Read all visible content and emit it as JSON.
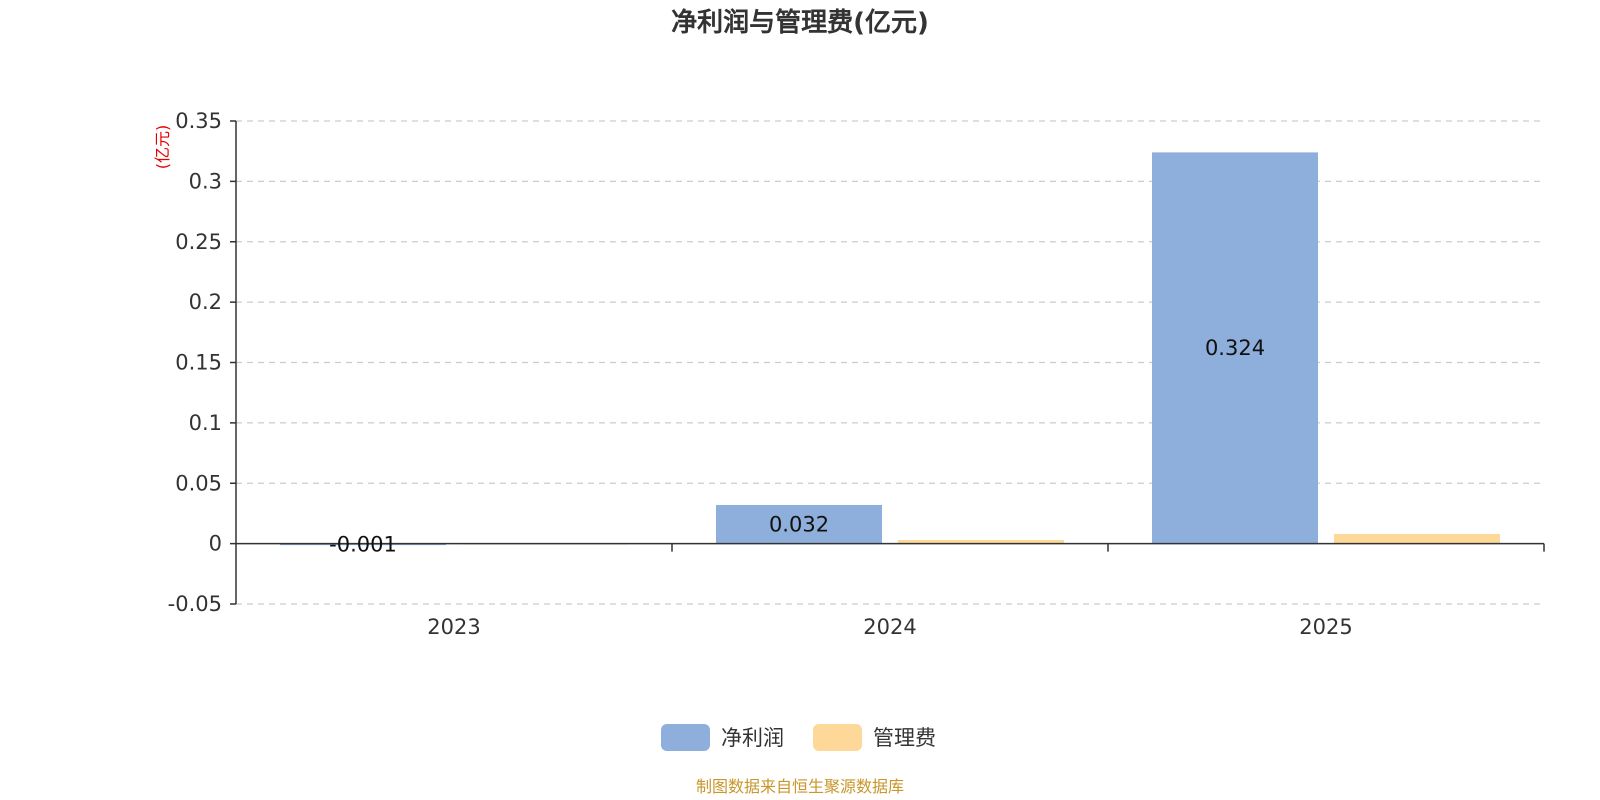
{
  "chart_data": {
    "type": "bar",
    "title": "净利润与管理费(亿元)",
    "unit": "(亿元)",
    "categories": [
      "2023",
      "2024",
      "2025"
    ],
    "series": [
      {
        "name": "净利润",
        "values": [
          -0.001,
          0.032,
          0.324
        ],
        "labels": [
          "-0.001",
          "0.032",
          "0.324"
        ],
        "color": "#8eaedb"
      },
      {
        "name": "管理费",
        "values": [
          0.0005,
          0.003,
          0.008
        ],
        "labels": [
          null,
          null,
          null
        ],
        "color": "#fdd899"
      }
    ],
    "ylim": [
      -0.05,
      0.35
    ],
    "yticks": [
      {
        "value": -0.05,
        "label": "-0.05"
      },
      {
        "value": 0,
        "label": "0"
      },
      {
        "value": 0.05,
        "label": "0.05"
      },
      {
        "value": 0.1,
        "label": "0.1"
      },
      {
        "value": 0.15,
        "label": "0.15"
      },
      {
        "value": 0.2,
        "label": "0.2"
      },
      {
        "value": 0.25,
        "label": "0.25"
      },
      {
        "value": 0.3,
        "label": "0.3"
      },
      {
        "value": 0.35,
        "label": "0.35"
      }
    ],
    "grid": true,
    "legend": "bottom-center",
    "source": "制图数据来自恒生聚源数据库"
  }
}
